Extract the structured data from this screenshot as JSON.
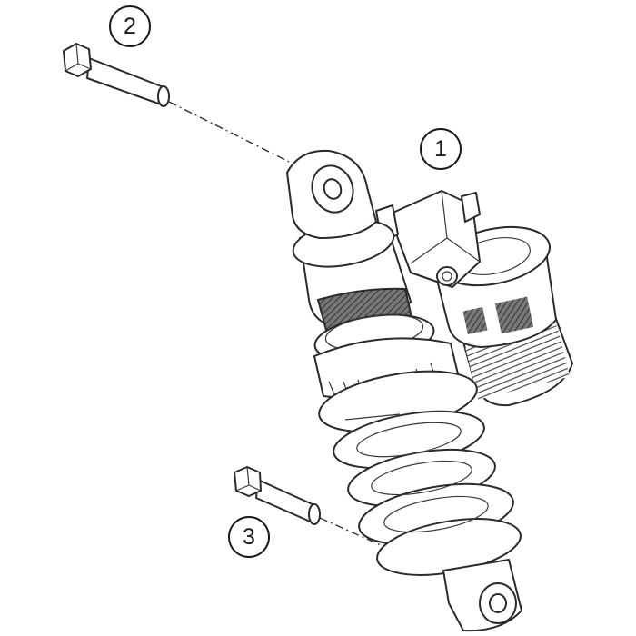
{
  "callouts": [
    {
      "label": "1",
      "part": "shock-absorber"
    },
    {
      "label": "2",
      "part": "upper-mounting-bolt"
    },
    {
      "label": "3",
      "part": "lower-mounting-bolt"
    }
  ],
  "colors": {
    "line": "#2a2a2a",
    "background": "#ffffff",
    "spring_body_shading": "#555555"
  }
}
